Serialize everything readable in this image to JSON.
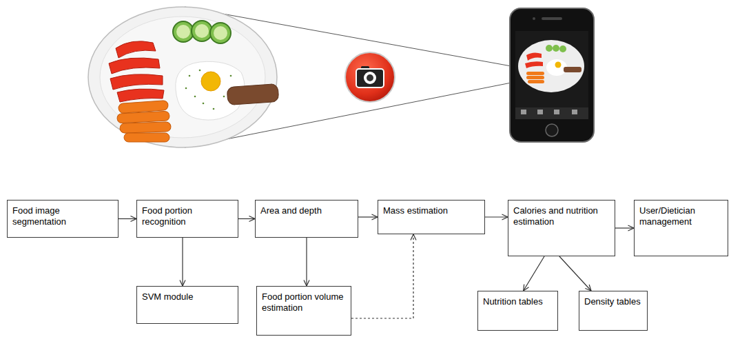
{
  "diagram": {
    "nodes": [
      {
        "text": [
          "Food image segmentation"
        ]
      },
      {
        "text": [
          "Food portion recognition"
        ]
      },
      {
        "text": [
          "Area and depth"
        ]
      },
      {
        "text": [
          "Mass estimation"
        ]
      },
      {
        "text": [
          "Calories and nutrition estimation"
        ]
      },
      {
        "text": [
          "User/Dietician management"
        ]
      },
      {
        "text": [
          "SVM module"
        ]
      },
      {
        "text": [
          "Food portion volume estimation"
        ]
      },
      {
        "text": [
          "Nutrition tables"
        ]
      },
      {
        "text": [
          "Density tables"
        ]
      }
    ],
    "edges": [
      {
        "from": 0,
        "to": 1,
        "arrow": "to"
      },
      {
        "from": 1,
        "to": 2,
        "arrow": "to"
      },
      {
        "from": 2,
        "to": 3,
        "arrow": "to"
      },
      {
        "from": 3,
        "to": 4,
        "arrow": "to"
      },
      {
        "from": 4,
        "to": 5,
        "arrow": "to"
      },
      {
        "from": 1,
        "to": 6,
        "arrow": "to"
      },
      {
        "from": 2,
        "to": 7,
        "arrow": "to"
      },
      {
        "from": 7,
        "to": 3,
        "arrow": "to"
      },
      {
        "from": 4,
        "to": 8,
        "arrow": "to"
      },
      {
        "from": 4,
        "to": 9,
        "arrow": "to"
      }
    ]
  }
}
